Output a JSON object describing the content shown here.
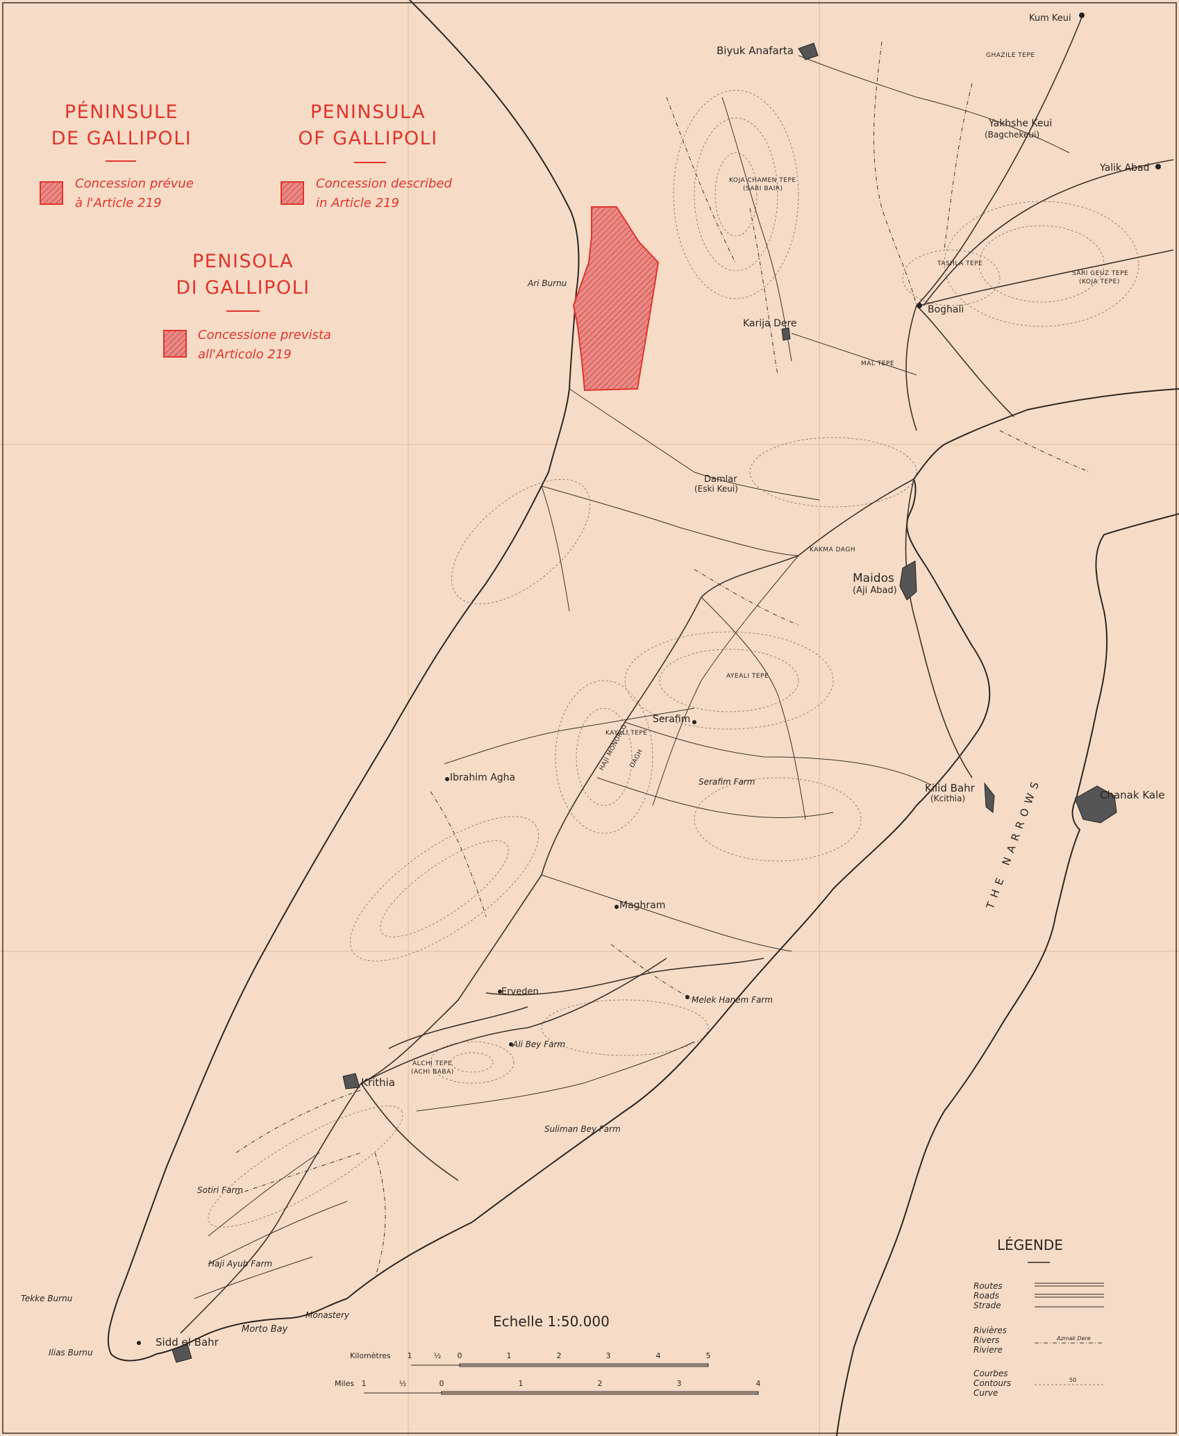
{
  "legend_blocks": {
    "french": {
      "title_line1": "PÉNINSULE",
      "title_line2": "DE GALLIPOLI",
      "note_line1": "Concession prévue",
      "note_line2": "à l'Article 219"
    },
    "english": {
      "title_line1": "PENINSULA",
      "title_line2": "OF GALLIPOLI",
      "note_line1": "Concession described",
      "note_line2": "in Article 219"
    },
    "italian": {
      "title_line1": "PENISOLA",
      "title_line2": "DI GALLIPOLI",
      "note_line1": "Concessione prevista",
      "note_line2": "all'Articolo 219"
    },
    "concession_color": "#e0342c"
  },
  "places": {
    "kum_keui": "Kum Keui",
    "ghazile_tepe": "GHAZILE TEPE",
    "biyuk_anafarta": "Biyuk Anafarta",
    "yakhshe_keui": "Yakhshe Keui",
    "bagchekeui": "(Bagchekeui)",
    "yalik_abad": "Yalik Abad",
    "koja_chamen_tepe": "KOJA CHAMEN TEPE",
    "sari_bair": "(SARI BAIR)",
    "tashla_tepe": "TASHLA TEPE",
    "sari_geuz_tepe": "SARI GEUZ TEPE",
    "koja_tepe": "(KOJA TEPE)",
    "ari_burnu": "Ari Burnu",
    "boghali": "Boghali",
    "karija_dere": "Karija Dere",
    "mal_tepe": "MAL TEPE",
    "damlar": "Damlar",
    "eski_keui": "(Eski Keui)",
    "kakma_dagh": "KAKMA DAGH",
    "maidos": "Maidos",
    "aji_abad": "(Aji Abad)",
    "ayeali_tepe": "AYEALI TEPE",
    "serafim": "Serafim",
    "kayali_tepe": "KAYALI TEPE",
    "haji_monorlo": "HAJI MONORLO",
    "dagh": "DAGH",
    "ibrahim_agha": "Ibrahim Agha",
    "serafim_farm": "Serafim Farm",
    "kilid_bahr": "Kilid Bahr",
    "kilid_bahr_alt": "(Kcithia)",
    "chanak_kale": "Chanak Kale",
    "the_narrows": "THE NARROWS",
    "maghram": "Maghram",
    "erveden": "Erveden",
    "melek_hanem_farm": "Melek Hanem Farm",
    "ali_bey_farm": "Ali Bey Farm",
    "alchi_tepe": "ALCHI TEPE",
    "achi_baba": "(ACHI BABA)",
    "krithia": "Krithia",
    "suliman_bey_farm": "Suliman Bey Farm",
    "sotiri_farm": "Sotiri Farm",
    "haji_ayub_farm": "Haji Ayub Farm",
    "tekke_burnu": "Tekke Burnu",
    "morto_bay": "Morto Bay",
    "monastery": "Monastery",
    "sidd_el_bahr": "Sidd el Bahr",
    "ilias_burnu": "Ilias Burnu"
  },
  "scale": {
    "title": "Echelle 1:50.000",
    "km_label": "Kilomètres",
    "km_ticks": [
      "1",
      "½",
      "0",
      "1",
      "2",
      "3",
      "4",
      "5"
    ],
    "miles_label": "Miles",
    "mile_ticks": [
      "1",
      "½",
      "0",
      "1",
      "2",
      "3",
      "4"
    ]
  },
  "legend": {
    "title": "LÉGENDE",
    "roads": [
      "Routes",
      "Roads",
      "Strade"
    ],
    "rivers": [
      "Rivières",
      "Rivers",
      "Riviere"
    ],
    "rivers_sample": "Azmak Dere",
    "contours": [
      "Courbes",
      "Contours",
      "Curve"
    ],
    "contour_sample": "50"
  }
}
